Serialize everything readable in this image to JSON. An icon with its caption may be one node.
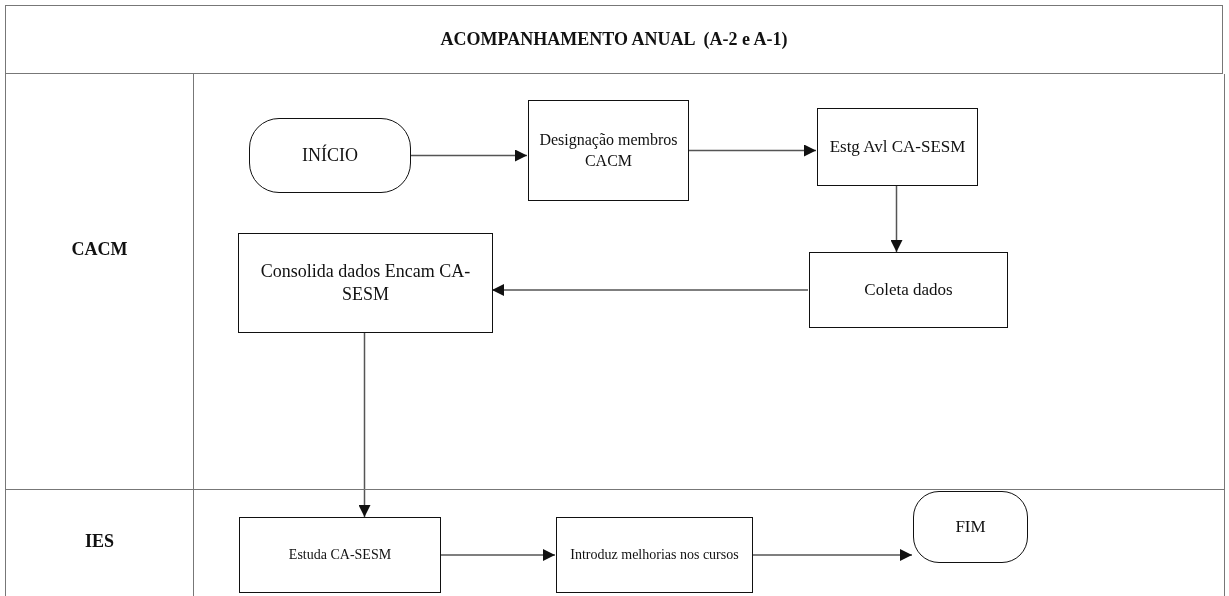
{
  "diagram": {
    "title": "ACOMPANHAMENTO ANUAL  (A-2 e A-1)",
    "nodes": [
      {
        "text": [
          "CACM"
        ]
      },
      {
        "text": [
          "IES"
        ]
      },
      {
        "text": [
          "INÍCIO"
        ],
        "in": 0
      },
      {
        "text": [
          "Designação membros CACM"
        ],
        "in": 0
      },
      {
        "text": [
          "Estg Avl CA-SESM"
        ],
        "in": 0
      },
      {
        "text": [
          "Coleta dados"
        ],
        "in": 0
      },
      {
        "text": [
          "Consolida dados Encam CA-SESM"
        ],
        "in": 0
      },
      {
        "text": [
          "Estuda CA-SESM"
        ],
        "in": 1
      },
      {
        "text": [
          "Introduz melhorias nos cursos"
        ],
        "in": 1
      },
      {
        "text": [
          "FIM"
        ],
        "in": 1
      }
    ],
    "edges": [
      {
        "from": 2,
        "to": 3,
        "arrow": "to"
      },
      {
        "from": 3,
        "to": 4,
        "arrow": "to"
      },
      {
        "from": 4,
        "to": 5,
        "arrow": "to"
      },
      {
        "from": 5,
        "to": 6,
        "arrow": "to"
      },
      {
        "from": 6,
        "to": 7,
        "arrow": "to"
      },
      {
        "from": 7,
        "to": 8,
        "arrow": "to"
      },
      {
        "from": 8,
        "to": 9,
        "arrow": "to"
      }
    ]
  }
}
